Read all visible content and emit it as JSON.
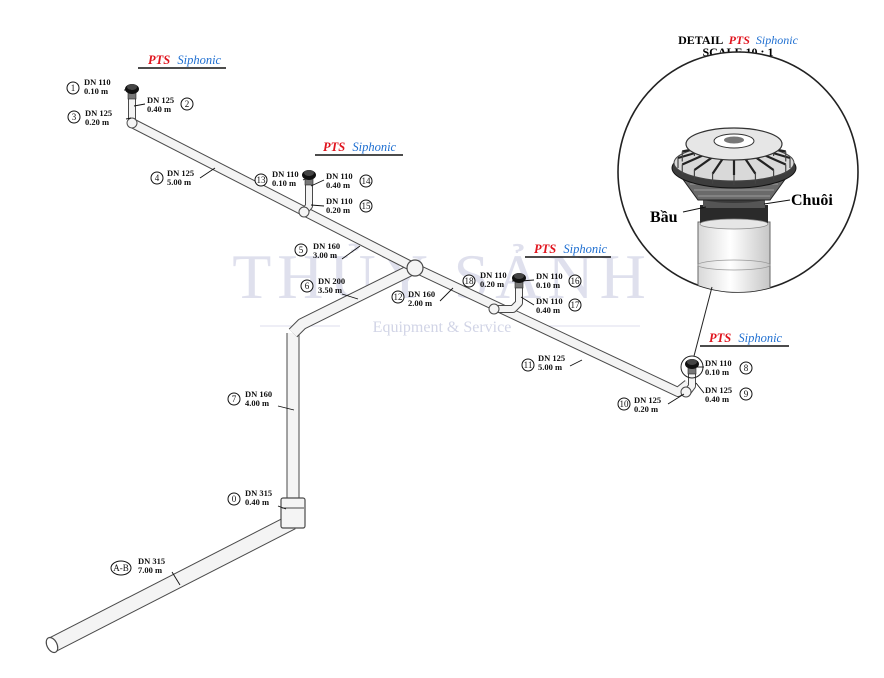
{
  "colors": {
    "brand_red": "#e0141e",
    "brand_blue": "#1f6fd1",
    "pipe_stroke": "#4a4a4a",
    "pipe_fill": "#f4f4f4",
    "watermark": "#9aa0c8"
  },
  "watermark": {
    "title": "THỦY SẢNH",
    "subtitle": "Equipment & Service"
  },
  "detail": {
    "title_prefix": "DETAIL",
    "brand": "PTS",
    "model": "Siphonic",
    "scale": "SCALE 10 : 1",
    "label_left": "Bầu",
    "label_right": "Chuôi"
  },
  "outlet_label": {
    "brand": "PTS",
    "model": "Siphonic"
  },
  "segments": [
    {
      "num": "1",
      "dn": "DN 110",
      "len": "0.10 m"
    },
    {
      "num": "2",
      "dn": "DN 125",
      "len": "0.40 m"
    },
    {
      "num": "3",
      "dn": "DN 125",
      "len": "0.20 m"
    },
    {
      "num": "4",
      "dn": "DN 125",
      "len": "5.00 m"
    },
    {
      "num": "13",
      "dn": "DN 110",
      "len": "0.10 m"
    },
    {
      "num": "14",
      "dn": "DN 110",
      "len": "0.40 m"
    },
    {
      "num": "15",
      "dn": "DN 110",
      "len": "0.20 m"
    },
    {
      "num": "5",
      "dn": "DN 160",
      "len": "3.00 m"
    },
    {
      "num": "6",
      "dn": "DN 200",
      "len": "3.50 m"
    },
    {
      "num": "12",
      "dn": "DN 160",
      "len": "2.00 m"
    },
    {
      "num": "18",
      "dn": "DN 110",
      "len": "0.20 m"
    },
    {
      "num": "16",
      "dn": "DN 110",
      "len": "0.10 m"
    },
    {
      "num": "17",
      "dn": "DN 110",
      "len": "0.40 m"
    },
    {
      "num": "11",
      "dn": "DN 125",
      "len": "5.00 m"
    },
    {
      "num": "8",
      "dn": "DN 110",
      "len": "0.10 m"
    },
    {
      "num": "9",
      "dn": "DN 125",
      "len": "0.40 m"
    },
    {
      "num": "10",
      "dn": "DN 125",
      "len": "0.20 m"
    },
    {
      "num": "7",
      "dn": "DN 160",
      "len": "4.00 m"
    },
    {
      "num": "0",
      "dn": "DN 315",
      "len": "0.40 m"
    },
    {
      "num": "A-B",
      "dn": "DN 315",
      "len": "7.00 m"
    }
  ]
}
